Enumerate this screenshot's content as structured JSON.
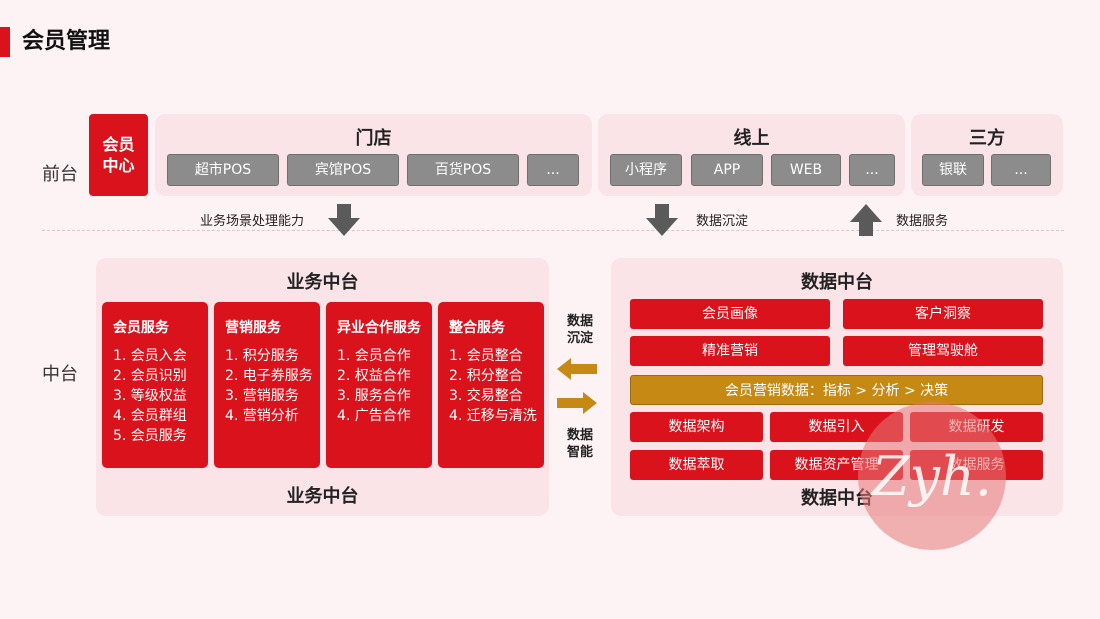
{
  "page_title": "会员管理",
  "row_labels": {
    "front": "前台",
    "middle": "中台"
  },
  "member_center": {
    "line1": "会员",
    "line2": "中心"
  },
  "front_panels": {
    "store": {
      "title": "门店",
      "items": [
        "超市POS",
        "宾馆POS",
        "百货POS",
        "..."
      ]
    },
    "online": {
      "title": "线上",
      "items": [
        "小程序",
        "APP",
        "WEB",
        "..."
      ]
    },
    "third": {
      "title": "三方",
      "items": [
        "银联",
        "..."
      ]
    }
  },
  "arrows": {
    "business": "业务场景处理能力",
    "data_sink": "数据沉淀",
    "data_service": "数据服务"
  },
  "business_center": {
    "title": "业务中台",
    "footer": "业务中台",
    "cards": [
      {
        "title": "会员服务",
        "items": [
          "1. 会员入会",
          "2. 会员识别",
          "3. 等级权益",
          "4. 会员群组",
          "5. 会员服务"
        ]
      },
      {
        "title": "营销服务",
        "items": [
          "1. 积分服务",
          "2. 电子券服务",
          "3. 营销服务",
          "4. 营销分析"
        ]
      },
      {
        "title": "异业合作服务",
        "items": [
          "1. 会员合作",
          "2. 权益合作",
          "3. 服务合作",
          "4. 广告合作"
        ]
      },
      {
        "title": "整合服务",
        "items": [
          "1. 会员整合",
          "2. 积分整合",
          "3. 交易整合",
          "4. 迁移与清洗"
        ]
      }
    ]
  },
  "side_labels": {
    "top_l1": "数据",
    "top_l2": "沉淀",
    "bottom_l1": "数据",
    "bottom_l2": "智能"
  },
  "data_center": {
    "title": "数据中台",
    "footer": "数据中台",
    "row1": [
      "会员画像",
      "客户洞察"
    ],
    "row2": [
      "精准营销",
      "管理驾驶舱"
    ],
    "gold": "会员营销数据：指标 > 分析 > 决策",
    "row3": [
      "数据架构",
      "数据引入",
      "数据研发"
    ],
    "row4": [
      "数据萃取",
      "数据资产管理",
      "数据服务"
    ]
  },
  "colors": {
    "accent": "#d9121b",
    "gold": "#c68a14",
    "arrow_gray": "#5a5a5a",
    "arrow_gold": "#c68a14"
  },
  "watermark": "Zyh."
}
